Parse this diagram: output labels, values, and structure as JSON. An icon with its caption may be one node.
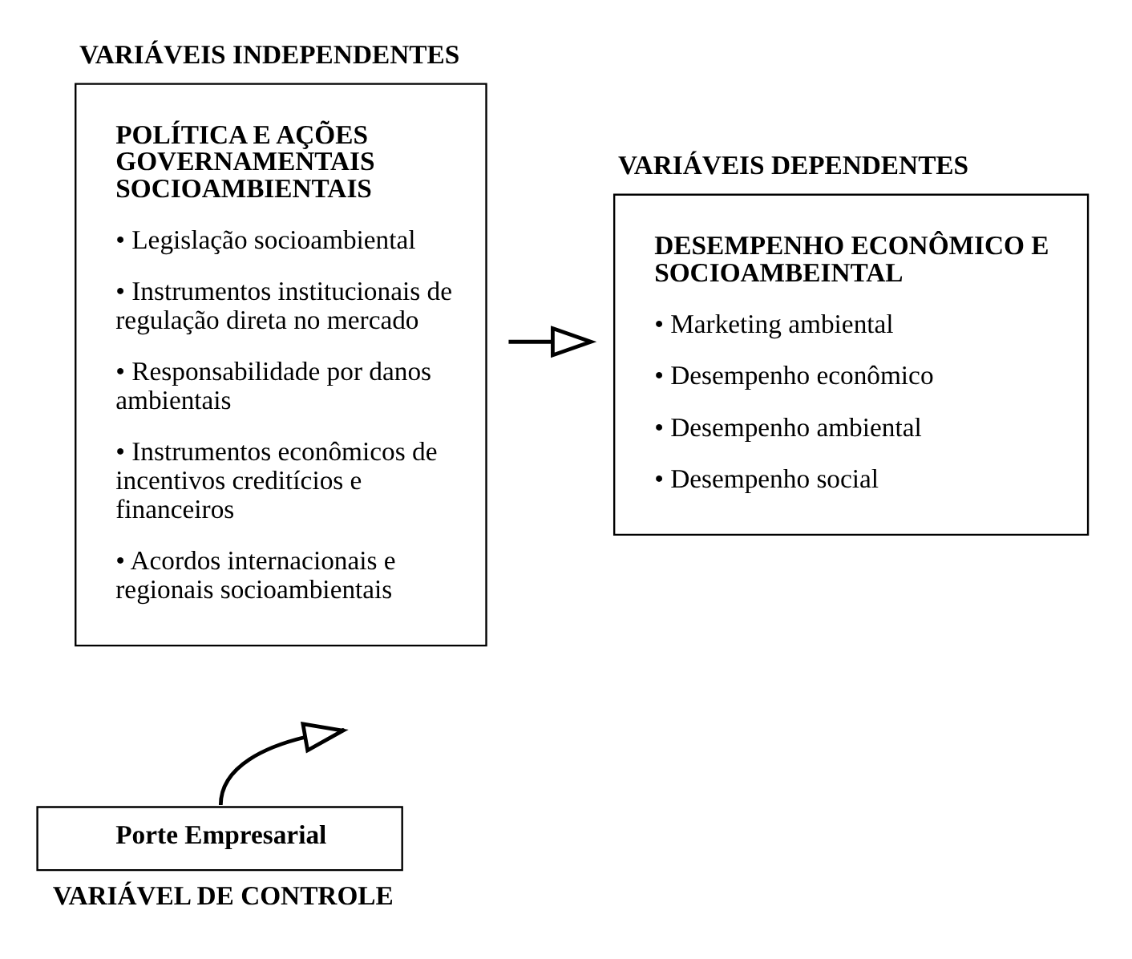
{
  "diagram": {
    "nodes": [
      {
        "text": [
          "VARIÁVEIS INDEPENDENTES",
          "POLÍTICA E AÇÕES GOVERNAMENTAIS SOCIOAMBIENTAIS",
          "• Legislação socioambiental",
          "• Instrumentos institucionais de regulação direta no mercado",
          "• Responsabilidade por danos ambientais",
          "• Instrumentos econômicos de incentivos creditícios e financeiros",
          "• Acordos internacionais e regionais socioambientais"
        ]
      },
      {
        "text": [
          "VARIÁVEIS DEPENDENTES",
          "DESEMPENHO ECONÔMICO E SOCIOAMBEINTAL",
          "• Marketing ambiental",
          "• Desempenho econômico",
          "• Desempenho ambiental",
          "• Desempenho social"
        ]
      },
      {
        "text": [
          "Porte Empresarial"
        ],
        "beside": [
          "VARIÁVEL DE CONTROLE"
        ]
      }
    ],
    "edges": [
      {
        "from": 0,
        "to": 1,
        "arrow": "to"
      },
      {
        "from": 2,
        "to": null,
        "arrow": "to"
      }
    ]
  }
}
